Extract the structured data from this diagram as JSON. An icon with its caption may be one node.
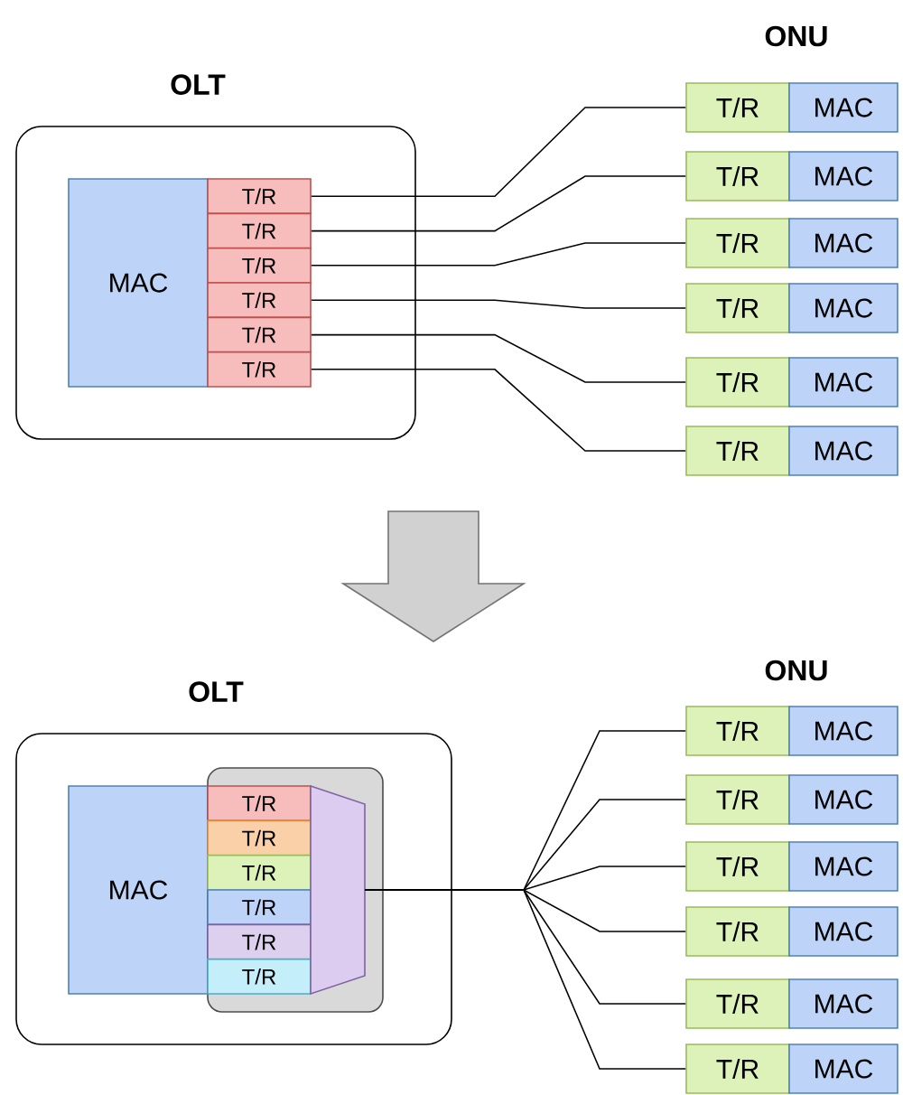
{
  "diagram": {
    "nodes": [
      {
        "text": [
          "OLT"
        ]
      },
      {
        "text": [
          "MAC"
        ],
        "in": 0
      },
      {
        "text": [
          "T/R"
        ],
        "in": 0
      },
      {
        "text": [
          "T/R"
        ],
        "in": 0
      },
      {
        "text": [
          "T/R"
        ],
        "in": 0
      },
      {
        "text": [
          "T/R"
        ],
        "in": 0
      },
      {
        "text": [
          "T/R"
        ],
        "in": 0
      },
      {
        "text": [
          "T/R"
        ],
        "in": 0
      },
      {
        "text": [
          "T/R"
        ]
      },
      {
        "text": [
          "MAC"
        ]
      },
      {
        "text": [
          "T/R"
        ]
      },
      {
        "text": [
          "MAC"
        ]
      },
      {
        "text": [
          "T/R"
        ]
      },
      {
        "text": [
          "MAC"
        ]
      },
      {
        "text": [
          "T/R"
        ]
      },
      {
        "text": [
          "MAC"
        ]
      },
      {
        "text": [
          "T/R"
        ]
      },
      {
        "text": [
          "MAC"
        ]
      },
      {
        "text": [
          "T/R"
        ]
      },
      {
        "text": [
          "MAC"
        ]
      },
      {
        "text": [
          "OLT"
        ]
      },
      {
        "text": [
          "MAC"
        ],
        "in": 20
      },
      {
        "text": [],
        "shape": "box",
        "in": 20
      },
      {
        "text": [
          "T/R"
        ],
        "in": 22
      },
      {
        "text": [
          "T/R"
        ],
        "in": 22
      },
      {
        "text": [
          "T/R"
        ],
        "in": 22
      },
      {
        "text": [
          "T/R"
        ],
        "in": 22
      },
      {
        "text": [
          "T/R"
        ],
        "in": 22
      },
      {
        "text": [
          "T/R"
        ],
        "in": 22
      },
      {
        "text": [],
        "shape": "trapezoid",
        "in": 22
      },
      {
        "text": [
          "T/R"
        ]
      },
      {
        "text": [
          "MAC"
        ]
      },
      {
        "text": [
          "T/R"
        ]
      },
      {
        "text": [
          "MAC"
        ]
      },
      {
        "text": [
          "T/R"
        ]
      },
      {
        "text": [
          "MAC"
        ]
      },
      {
        "text": [
          "T/R"
        ]
      },
      {
        "text": [
          "MAC"
        ]
      },
      {
        "text": [
          "T/R"
        ]
      },
      {
        "text": [
          "MAC"
        ]
      },
      {
        "text": [
          "T/R"
        ]
      },
      {
        "text": [
          "MAC"
        ]
      }
    ],
    "edges": [
      {
        "from": 2,
        "to": 8,
        "arrow": "none"
      },
      {
        "from": 3,
        "to": 10,
        "arrow": "none"
      },
      {
        "from": 4,
        "to": 12,
        "arrow": "none"
      },
      {
        "from": 5,
        "to": 14,
        "arrow": "none"
      },
      {
        "from": 6,
        "to": 16,
        "arrow": "none"
      },
      {
        "from": 7,
        "to": 18,
        "arrow": "none"
      },
      {
        "from": 29,
        "to": 30,
        "arrow": "none"
      },
      {
        "from": 29,
        "to": 32,
        "arrow": "none"
      },
      {
        "from": 29,
        "to": 34,
        "arrow": "none"
      },
      {
        "from": 29,
        "to": 36,
        "arrow": "none"
      },
      {
        "from": 29,
        "to": 38,
        "arrow": "none"
      },
      {
        "from": 29,
        "to": 40,
        "arrow": "none"
      }
    ],
    "labels": [
      "ONU",
      "ONU"
    ]
  }
}
